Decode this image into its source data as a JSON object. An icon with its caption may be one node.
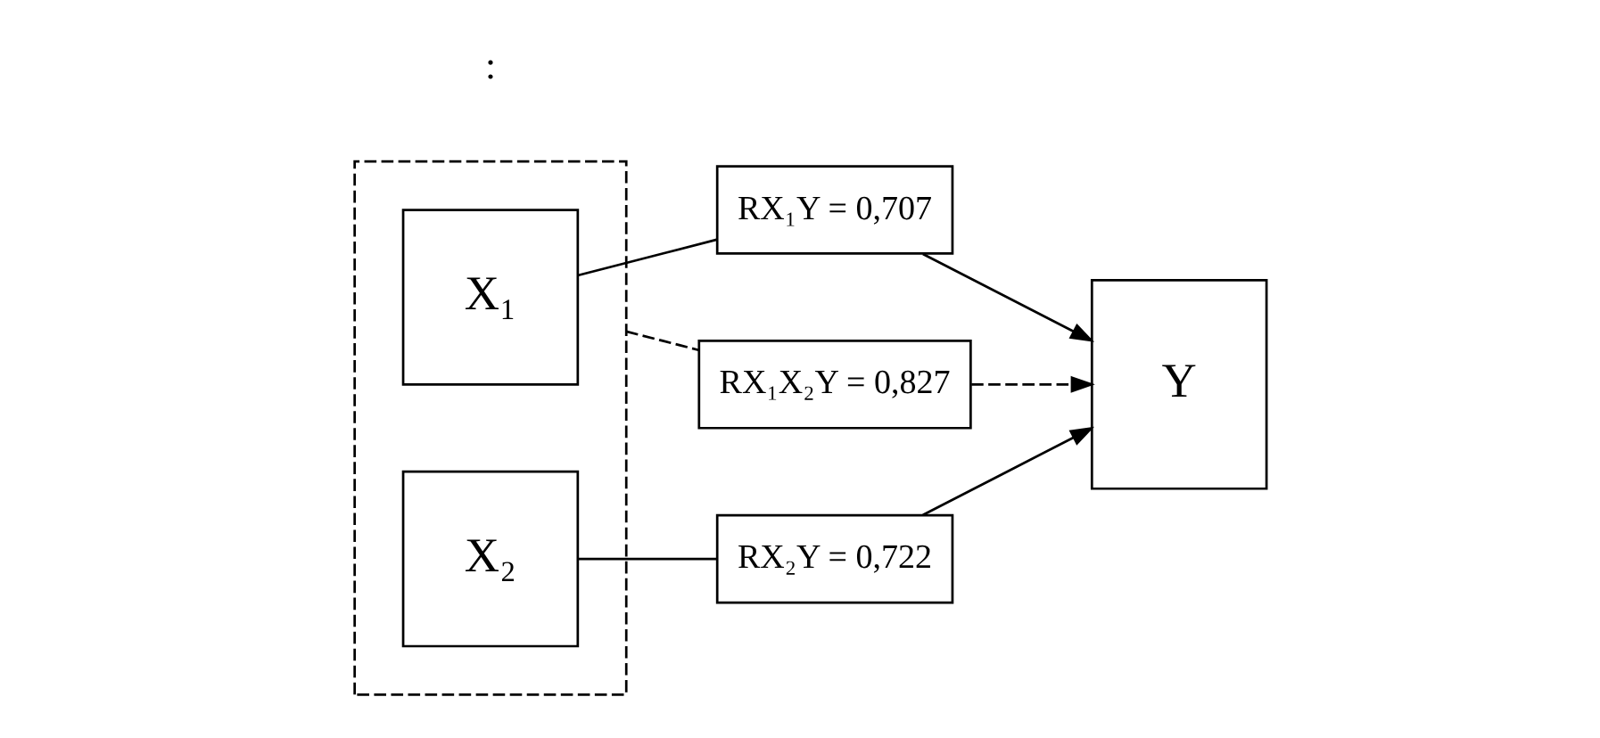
{
  "diagram": {
    "nodes": [
      {
        "text": [],
        "shape": "box"
      },
      {
        "text": [
          "X₁"
        ],
        "in": 0
      },
      {
        "text": [
          "X₂"
        ],
        "in": 0
      },
      {
        "text": [
          "RX₁Y = 0,707"
        ]
      },
      {
        "text": [
          "RX₁X₂Y = 0,827"
        ]
      },
      {
        "text": [
          "RX₂Y = 0,722"
        ]
      },
      {
        "text": [
          "Y"
        ]
      }
    ],
    "edges": [
      {
        "from": 1,
        "to": 3,
        "arrow": "none"
      },
      {
        "from": 3,
        "to": 6,
        "arrow": "to"
      },
      {
        "from": 0,
        "to": 4,
        "arrow": "none",
        "style": "dashed"
      },
      {
        "from": 4,
        "to": 6,
        "arrow": "to",
        "style": "dashed"
      },
      {
        "from": 2,
        "to": 5,
        "arrow": "none"
      },
      {
        "from": 5,
        "to": 6,
        "arrow": "to"
      }
    ],
    "labels": [
      ":"
    ]
  }
}
